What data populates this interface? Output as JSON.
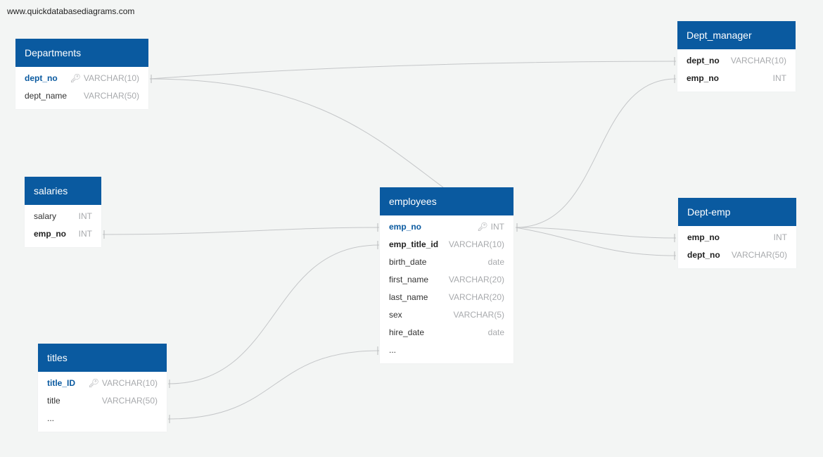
{
  "watermark": "www.quickdatabasediagrams.com",
  "tables": {
    "departments": {
      "name": "Departments",
      "columns": [
        {
          "name": "dept_no",
          "type": "VARCHAR(10)"
        },
        {
          "name": "dept_name",
          "type": "VARCHAR(50)"
        }
      ]
    },
    "salaries": {
      "name": "salaries",
      "columns": [
        {
          "name": "salary",
          "type": "INT"
        },
        {
          "name": "emp_no",
          "type": "INT"
        }
      ]
    },
    "titles": {
      "name": "titles",
      "columns": [
        {
          "name": "title_ID",
          "type": "VARCHAR(10)"
        },
        {
          "name": "title",
          "type": "VARCHAR(50)"
        },
        {
          "name": "...",
          "type": ""
        }
      ]
    },
    "employees": {
      "name": "employees",
      "columns": [
        {
          "name": "emp_no",
          "type": "INT"
        },
        {
          "name": "emp_title_id",
          "type": "VARCHAR(10)"
        },
        {
          "name": "birth_date",
          "type": "date"
        },
        {
          "name": "first_name",
          "type": "VARCHAR(20)"
        },
        {
          "name": "last_name",
          "type": "VARCHAR(20)"
        },
        {
          "name": "sex",
          "type": "VARCHAR(5)"
        },
        {
          "name": "hire_date",
          "type": "date"
        },
        {
          "name": "...",
          "type": ""
        }
      ]
    },
    "dept_manager": {
      "name": "Dept_manager",
      "columns": [
        {
          "name": "dept_no",
          "type": "VARCHAR(10)"
        },
        {
          "name": "emp_no",
          "type": "INT"
        }
      ]
    },
    "dept_emp": {
      "name": "Dept-emp",
      "columns": [
        {
          "name": "emp_no",
          "type": "INT"
        },
        {
          "name": "dept_no",
          "type": "VARCHAR(50)"
        }
      ]
    }
  },
  "key_icon": "key-icon",
  "colors": {
    "header": "#0a5aa0",
    "primary_key_text": "#0a5aa0",
    "type_text": "#a8aaad",
    "connector": "#c4c6c8",
    "background": "#f3f5f4"
  }
}
